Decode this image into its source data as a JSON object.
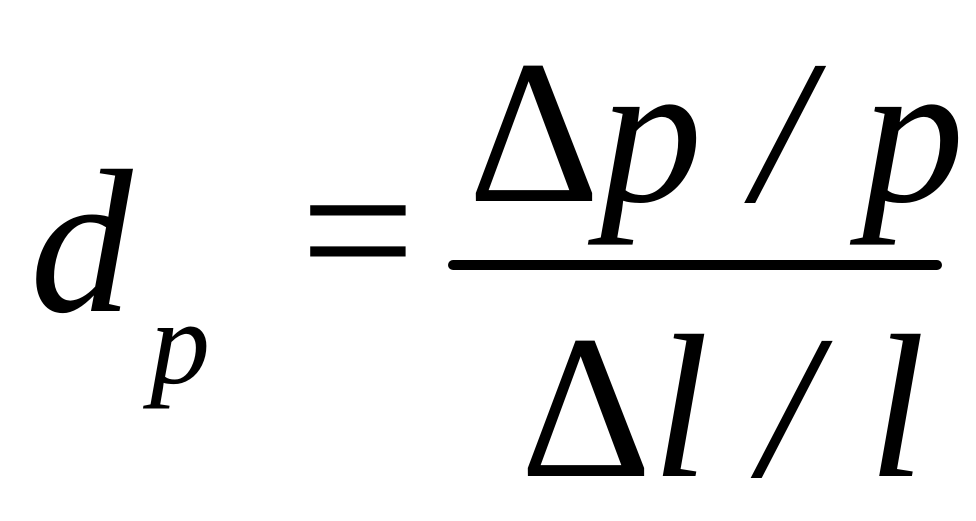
{
  "formula": {
    "lhs_symbol": "d",
    "lhs_subscript": "p",
    "equals": "=",
    "numerator": {
      "delta": "Δ",
      "var1": "p",
      "slash": " / ",
      "var2": "p"
    },
    "denominator": {
      "delta": "Δ",
      "var1": "l",
      "slash": " / ",
      "var2": "l"
    }
  }
}
